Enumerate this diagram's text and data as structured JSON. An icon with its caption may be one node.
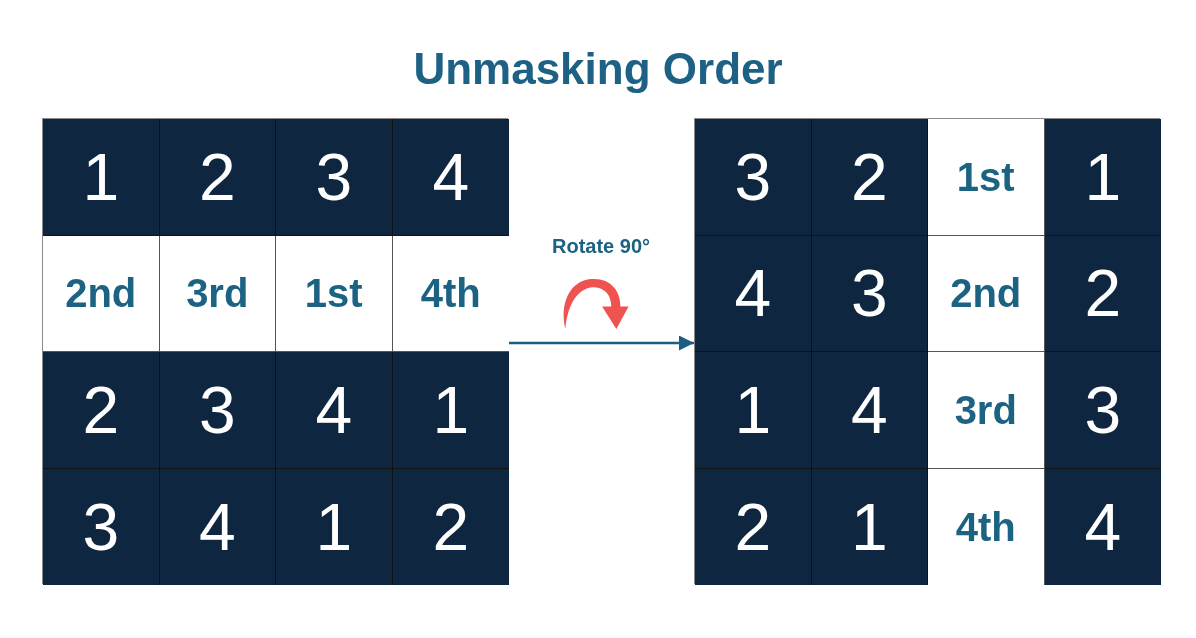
{
  "diagram": {
    "title": "Unmasking Order",
    "nodes": [
      {
        "text": [],
        "shape": "box"
      },
      {
        "text": [
          "1"
        ],
        "in": 0
      },
      {
        "text": [
          "2"
        ],
        "in": 0
      },
      {
        "text": [
          "3"
        ],
        "in": 0
      },
      {
        "text": [
          "4"
        ],
        "in": 0
      },
      {
        "text": [
          "2nd"
        ],
        "in": 0
      },
      {
        "text": [
          "3rd"
        ],
        "in": 0
      },
      {
        "text": [
          "1st"
        ],
        "in": 0
      },
      {
        "text": [
          "4th"
        ],
        "in": 0
      },
      {
        "text": [
          "2"
        ],
        "in": 0
      },
      {
        "text": [
          "3"
        ],
        "in": 0
      },
      {
        "text": [
          "4"
        ],
        "in": 0
      },
      {
        "text": [
          "1"
        ],
        "in": 0
      },
      {
        "text": [
          "3"
        ],
        "in": 0
      },
      {
        "text": [
          "4"
        ],
        "in": 0
      },
      {
        "text": [
          "1"
        ],
        "in": 0
      },
      {
        "text": [
          "2"
        ],
        "in": 0
      },
      {
        "text": [],
        "shape": "box"
      },
      {
        "text": [
          "3"
        ],
        "in": 17
      },
      {
        "text": [
          "2"
        ],
        "in": 17
      },
      {
        "text": [
          "1st"
        ],
        "in": 17
      },
      {
        "text": [
          "1"
        ],
        "in": 17
      },
      {
        "text": [
          "4"
        ],
        "in": 17
      },
      {
        "text": [
          "3"
        ],
        "in": 17
      },
      {
        "text": [
          "2nd"
        ],
        "in": 17
      },
      {
        "text": [
          "2"
        ],
        "in": 17
      },
      {
        "text": [
          "1"
        ],
        "in": 17
      },
      {
        "text": [
          "4"
        ],
        "in": 17
      },
      {
        "text": [
          "3rd"
        ],
        "in": 17
      },
      {
        "text": [
          "3"
        ],
        "in": 17
      },
      {
        "text": [
          "2"
        ],
        "in": 17
      },
      {
        "text": [
          "1"
        ],
        "in": 17
      },
      {
        "text": [
          "4th"
        ],
        "in": 17
      },
      {
        "text": [
          "4"
        ],
        "in": 17
      }
    ],
    "edges": [
      {
        "from": 0,
        "to": 17,
        "arrow": "to",
        "label": "Rotate 90°"
      }
    ]
  }
}
